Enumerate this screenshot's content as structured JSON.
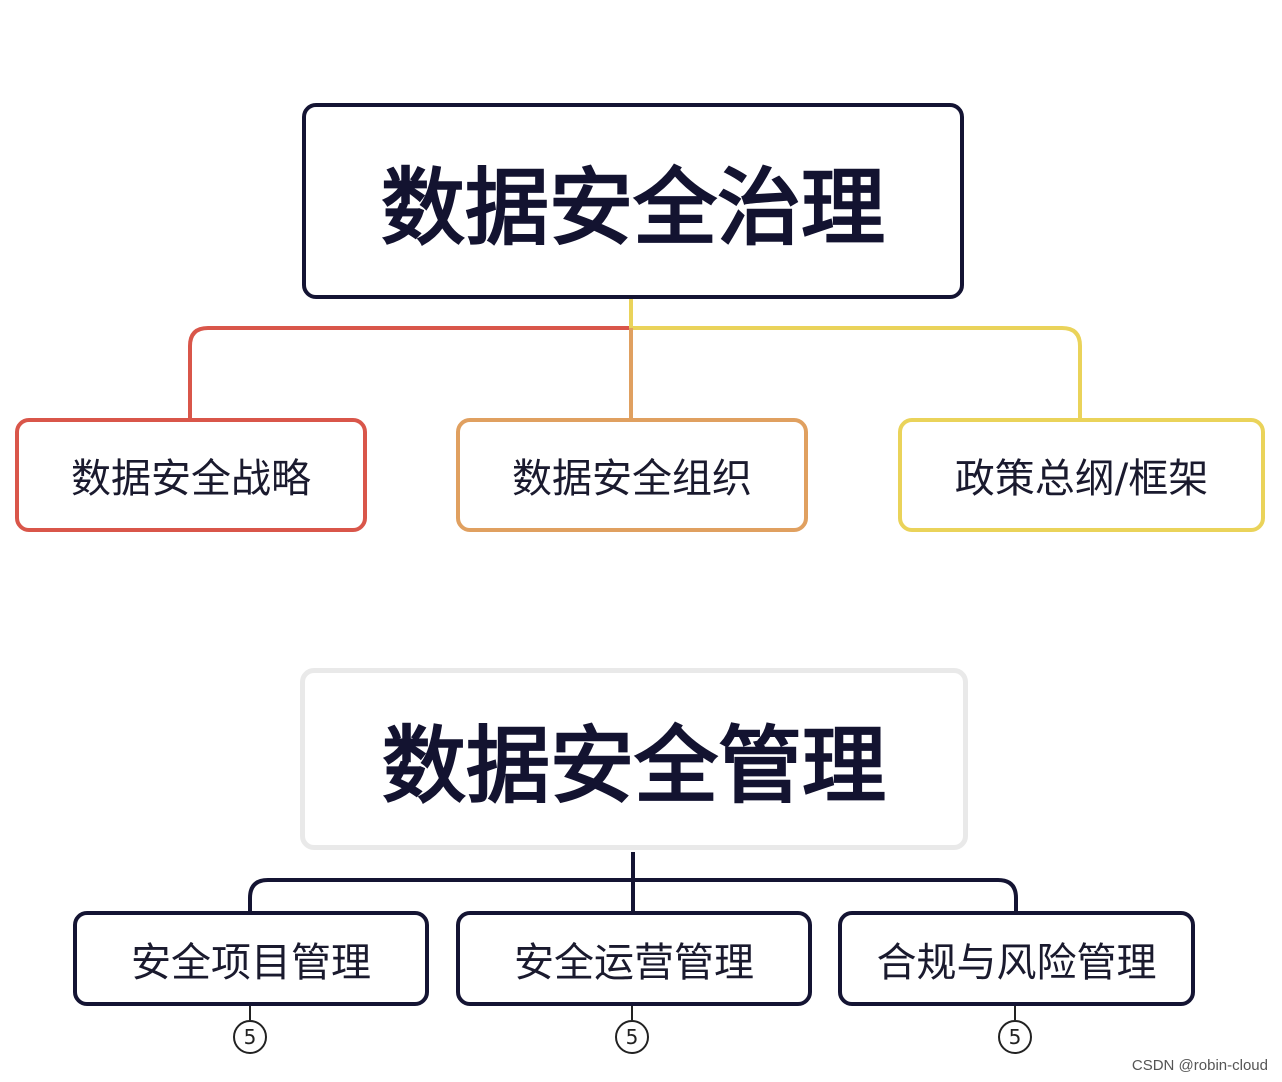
{
  "top_tree": {
    "root": "数据安全治理",
    "children": [
      "数据安全战略",
      "数据安全组织",
      "政策总纲/框架"
    ],
    "colors": {
      "red": "#d9564a",
      "orange": "#e0a060",
      "yellow": "#ead35a"
    }
  },
  "bottom_tree": {
    "root": "数据安全管理",
    "children": [
      {
        "label": "安全项目管理",
        "badge": "5"
      },
      {
        "label": "安全运营管理",
        "badge": "5"
      },
      {
        "label": "合规与风险管理",
        "badge": "5"
      }
    ]
  },
  "watermark": "CSDN @robin-cloud"
}
